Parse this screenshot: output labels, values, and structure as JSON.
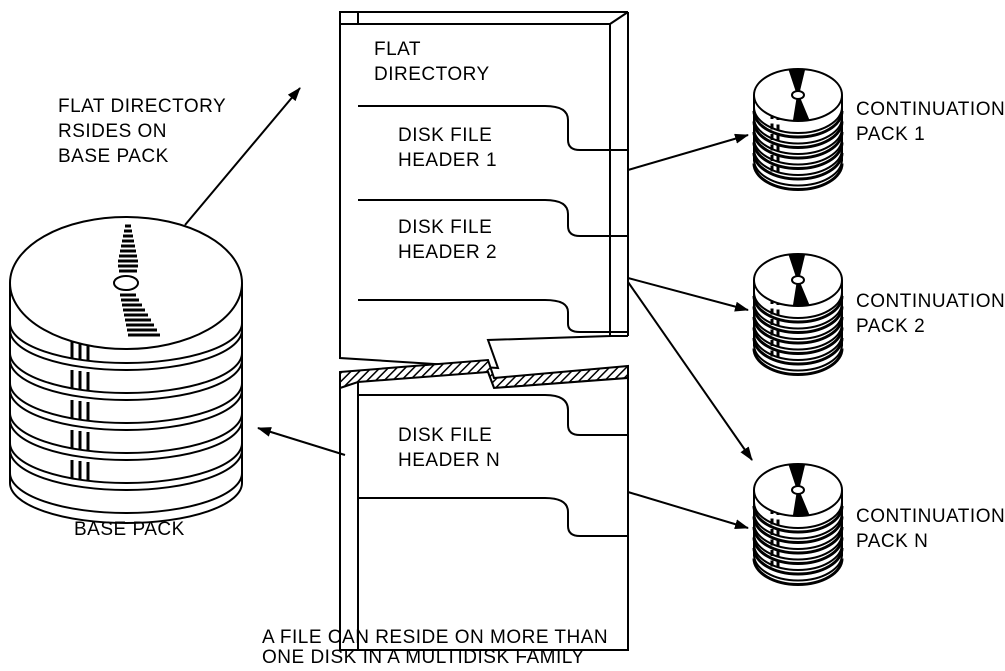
{
  "labels": {
    "flat_directory_resides": [
      "FLAT DIRECTORY",
      "RSIDES ON",
      "BASE PACK"
    ],
    "base_pack": "BASE PACK",
    "directory_title": [
      "FLAT",
      "DIRECTORY"
    ],
    "headers": [
      [
        "DISK FILE",
        "HEADER 1"
      ],
      [
        "DISK FILE",
        "HEADER 2"
      ],
      [
        "DISK FILE",
        "HEADER N"
      ]
    ],
    "continuation_packs": [
      [
        "CONTINUATION",
        "PACK 1"
      ],
      [
        "CONTINUATION",
        "PACK 2"
      ],
      [
        "CONTINUATION",
        "PACK N"
      ]
    ],
    "caption": [
      "A FILE CAN RESIDE ON MORE THAN",
      "ONE DISK IN A MULTIDISK FAMILY"
    ]
  },
  "colors": {
    "ink": "#000000",
    "background": "#ffffff"
  }
}
